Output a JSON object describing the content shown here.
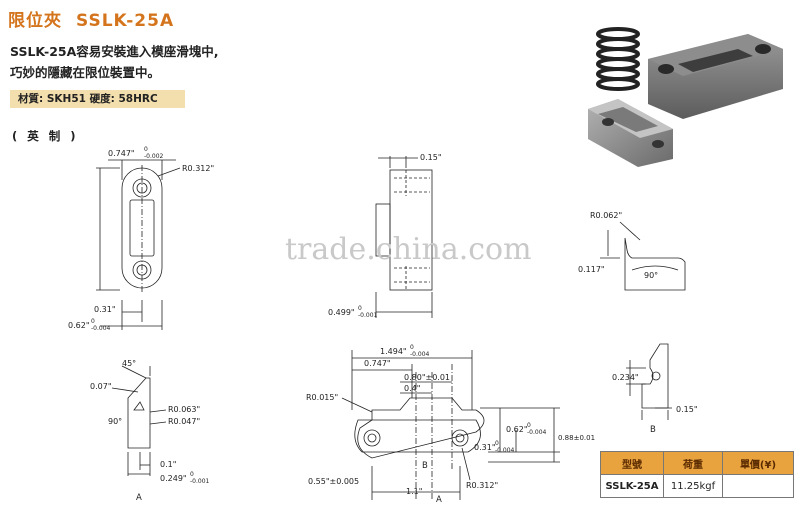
{
  "header": {
    "title": "限位夾",
    "code": "SSLK-25A"
  },
  "description": {
    "line1": "SSLK-25A容易安裝進入模座滑塊中,",
    "line2": "巧妙的隱藏在限位裝置中。"
  },
  "material": "材質: SKH51 硬度: 58HRC",
  "made_in": "( 英 制 )",
  "watermark": "trade.china.com",
  "dims": {
    "top_width": "0.747\"",
    "tol_top_a": "0",
    "tol_top_b": "-0.002",
    "top_radius": "R0.312\"",
    "mid_half": "0.31\"",
    "overall": "0.62\"",
    "tol_ov_a": "0",
    "tol_ov_b": "-0.004",
    "side_015": "0.15\"",
    "side_0499": "0.499\"",
    "tol_side_a": "0",
    "tol_side_b": "-0.001",
    "r0062": "R0.062\"",
    "d0117": "0.117\"",
    "deg90": "90°",
    "deg45": "45°",
    "c007": "0.07\"",
    "deg90b": "90°",
    "r0063": "R0.063\"",
    "r0047": "R0.047\"",
    "d01": "0.1\"",
    "d0249": "0.249\"",
    "tol_249_a": "0",
    "tol_249_b": "-0.001",
    "view_a": "A",
    "len1494": "1.494\"",
    "tol_1494_a": "0",
    "tol_1494_b": "-0.004",
    "len0747": "0.747\"",
    "len080": "0.80\"±0.01",
    "len04": "0.4\"",
    "r0015": "R0.015\"",
    "h062": "0.62\"",
    "tol_h062_a": "0",
    "tol_h062_b": "-0.004",
    "h031": "0.31\"",
    "tol_h031_a": "0",
    "tol_h031_b": "-0.004",
    "h088": "0.88±0.01",
    "r0312b": "R0.312\"",
    "d055": "0.55\"±0.005",
    "d11": "1.1\"",
    "view_b": "B",
    "view_a2": "A",
    "d0234": "0.234\"",
    "d015b": "0.15\"",
    "view_b2": "B"
  },
  "spec_table": {
    "headers": [
      "型號",
      "荷重",
      "單價(¥)"
    ],
    "rows": [
      [
        "SSLK-25A",
        "11.25kgf",
        ""
      ]
    ]
  },
  "colors": {
    "title": "#d4751e",
    "material_bg": "#f3dfae",
    "table_header": "#e8a23e"
  }
}
